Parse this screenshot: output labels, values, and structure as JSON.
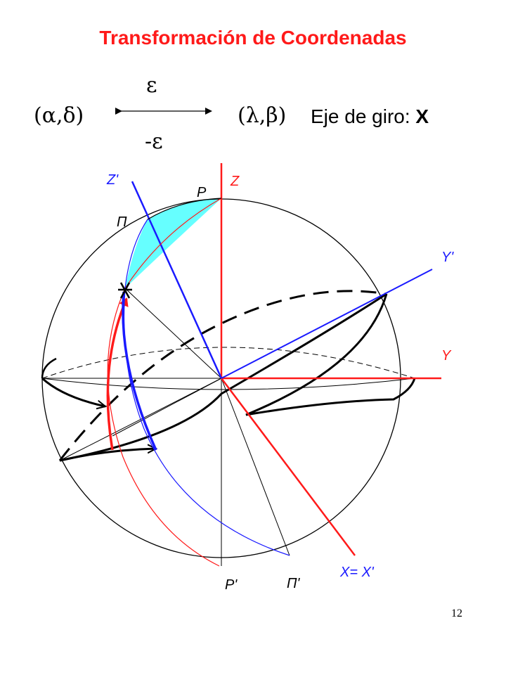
{
  "title": "Transformación de Coordenadas",
  "transform": {
    "epsilon_top": "ε",
    "epsilon_bottom": "-ε",
    "left_coords": "(α,δ)",
    "right_coords": "(λ,β)",
    "axis_text": "Eje de giro: ",
    "axis_value": "X"
  },
  "labels": {
    "z_prime": "Z'",
    "z": "Z",
    "p": "P",
    "pi": "Π",
    "y_prime": "Y'",
    "y": "Y",
    "x_eq": "X= X'",
    "p_prime": "P'",
    "pi_prime": "Π'"
  },
  "colors": {
    "red": "#ff1a1a",
    "blue": "#1a1aff",
    "cyan": "#66ffff"
  },
  "page_number": "12"
}
